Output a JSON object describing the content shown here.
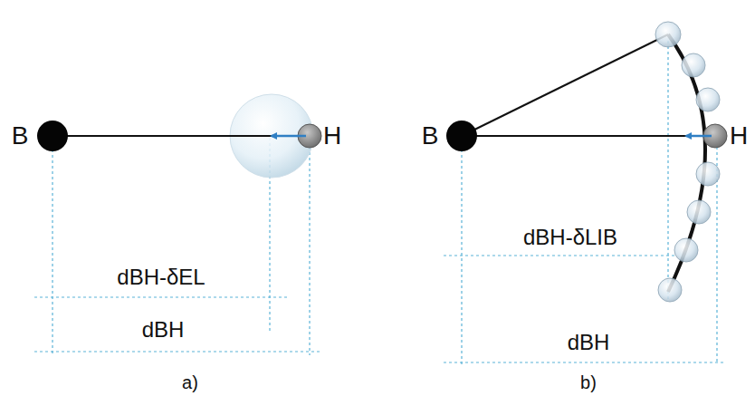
{
  "diagram": {
    "labels": [
      "B",
      "H",
      "dBH-δEL",
      "dBH",
      "a)",
      "B",
      "H",
      "dBH-δLIB",
      "dBH",
      "b)"
    ]
  }
}
